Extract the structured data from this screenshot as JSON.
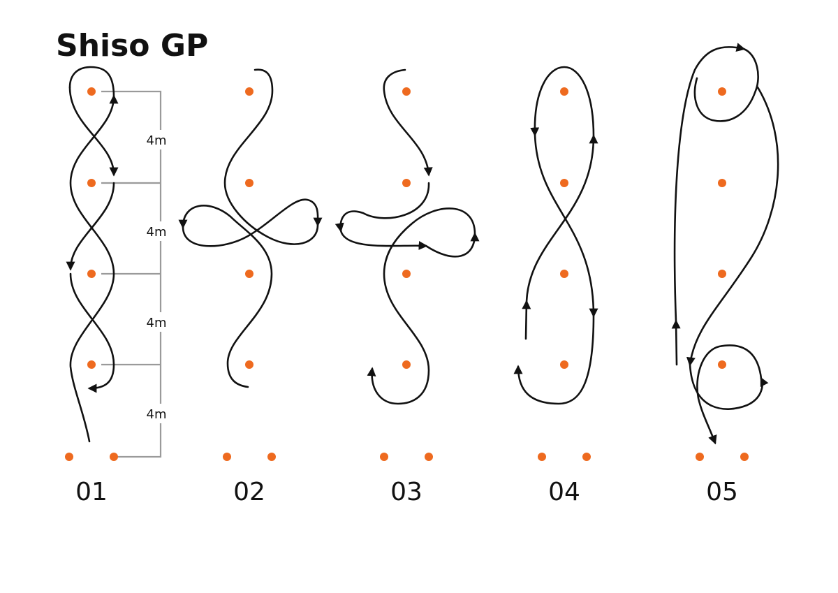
{
  "title": "Shiso GP",
  "figures": [
    {
      "label": "01"
    },
    {
      "label": "02"
    },
    {
      "label": "03"
    },
    {
      "label": "04"
    },
    {
      "label": "05"
    }
  ],
  "dimensions": [
    "4m",
    "4m",
    "4m",
    "4m"
  ],
  "colors": {
    "cone": "#ee6a1f",
    "path": "#111111",
    "dimension": "#9a9a9a"
  }
}
